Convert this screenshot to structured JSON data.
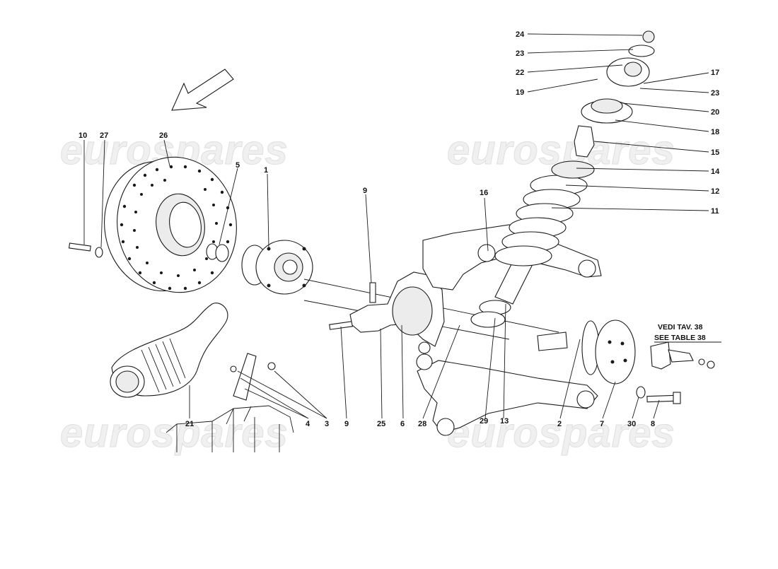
{
  "watermark": "eurospares",
  "direction_arrow": "arrow-icon",
  "note": {
    "line1": "VEDI TAV. 38",
    "line2": "SEE TABLE 38"
  },
  "parts": {
    "p1": "1",
    "p2": "2",
    "p3": "3",
    "p4": "4",
    "p5": "5",
    "p6": "6",
    "p7": "7",
    "p8": "8",
    "p9a": "9",
    "p9b": "9",
    "p10": "10",
    "p11": "11",
    "p12": "12",
    "p13": "13",
    "p14": "14",
    "p15": "15",
    "p16": "16",
    "p17": "17",
    "p18": "18",
    "p19": "19",
    "p20": "20",
    "p21": "21",
    "p22": "22",
    "p23a": "23",
    "p23b": "23",
    "p24": "24",
    "p25": "25",
    "p26": "26",
    "p27": "27",
    "p28": "28",
    "p29": "29",
    "p30": "30"
  }
}
